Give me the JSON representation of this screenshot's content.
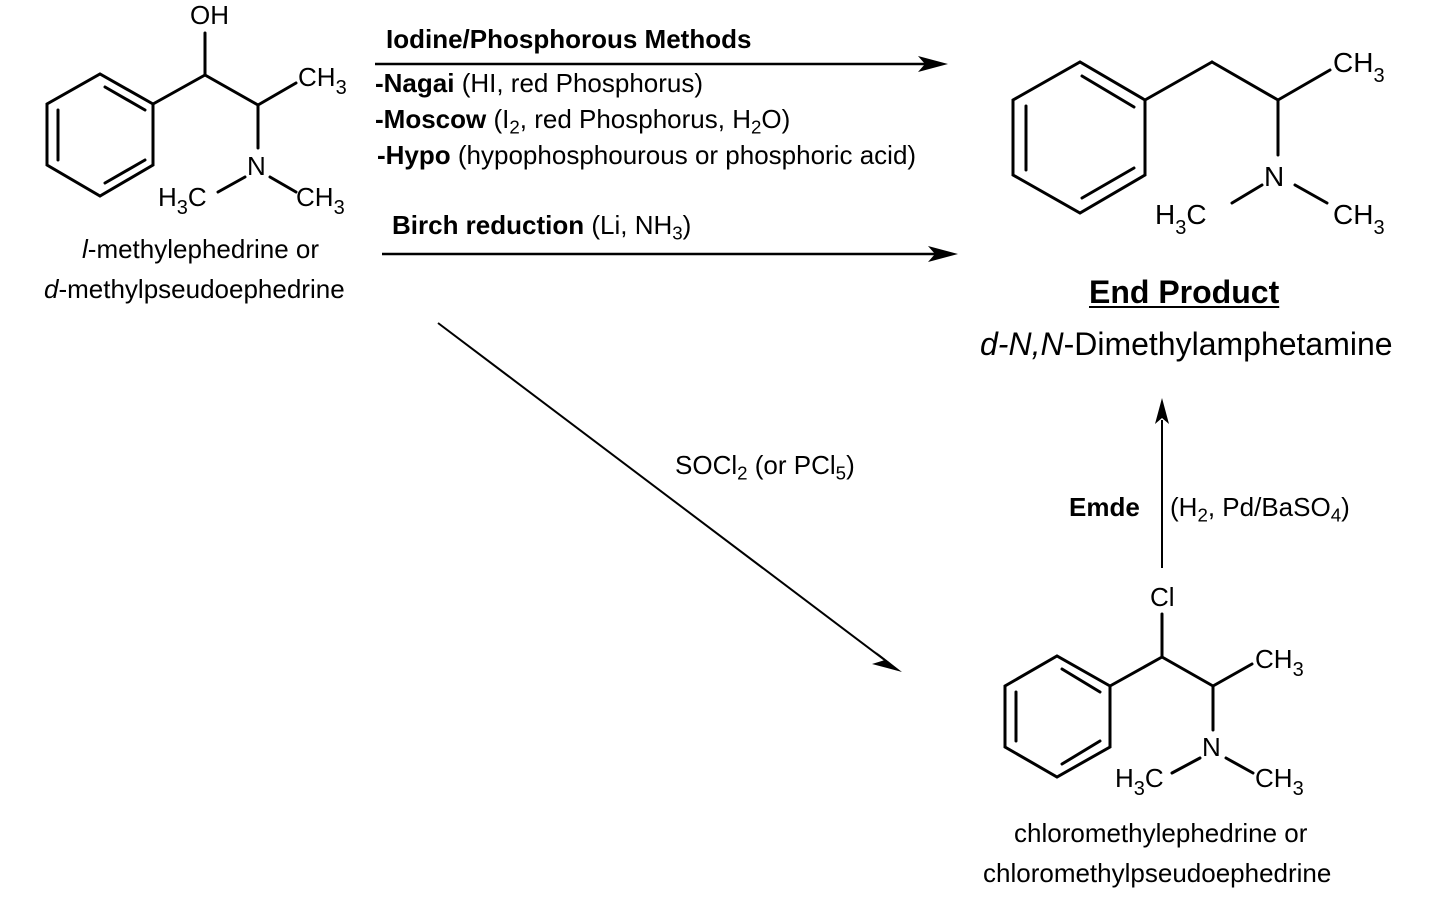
{
  "starting_material": {
    "atoms": {
      "oh": "OH",
      "ch3_top": "CH",
      "ch3_top_sub": "3",
      "n": "N",
      "h3c": "H",
      "h3c_sub": "3",
      "h3c_c": "C",
      "ch3_right": "CH",
      "ch3_right_sub": "3"
    },
    "name_line1_prefix": "l",
    "name_line1_rest": "-methylephedrine or",
    "name_line2_prefix": "d",
    "name_line2_rest": "-methylpseudoephedrine"
  },
  "reactions": {
    "iodine_phosphorous": {
      "heading": "Iodine/Phosphorous Methods",
      "methods": [
        {
          "name": "-Nagai",
          "conditions": " (HI, red Phosphorus)"
        },
        {
          "name": "-Moscow",
          "conditions_a": " (I",
          "conditions_sub1": "2",
          "conditions_b": ", red Phosphorus, H",
          "conditions_sub2": "2",
          "conditions_c": "O)"
        },
        {
          "name": "-Hypo",
          "conditions": " (hypophosphourous or phosphoric acid)"
        }
      ]
    },
    "birch": {
      "name": "Birch reduction",
      "conditions_a": " (Li, NH",
      "conditions_sub": "3",
      "conditions_b": ")"
    },
    "chlorination": {
      "reagent_a": "SOCl",
      "reagent_sub1": "2",
      "reagent_b": " (or PCl",
      "reagent_sub2": "5",
      "reagent_c": ")"
    },
    "emde": {
      "name": "Emde",
      "conditions_a": "(H",
      "conditions_sub1": "2",
      "conditions_b": ", Pd/BaSO",
      "conditions_sub2": "4",
      "conditions_c": ")"
    }
  },
  "end_product": {
    "atoms": {
      "ch3_top": "CH",
      "ch3_top_sub": "3",
      "n": "N",
      "h3c": "H",
      "h3c_sub": "3",
      "h3c_c": "C",
      "ch3_right": "CH",
      "ch3_right_sub": "3"
    },
    "heading": "End Product",
    "name_prefix": "d-N,N",
    "name_rest": "-Dimethylamphetamine"
  },
  "intermediate": {
    "atoms": {
      "cl": "Cl",
      "ch3_top": "CH",
      "ch3_top_sub": "3",
      "n": "N",
      "h3c": "H",
      "h3c_sub": "3",
      "h3c_c": "C",
      "ch3_right": "CH",
      "ch3_right_sub": "3"
    },
    "name_line1": "chloromethylephedrine or",
    "name_line2": "chloromethylpseudoephedrine"
  }
}
